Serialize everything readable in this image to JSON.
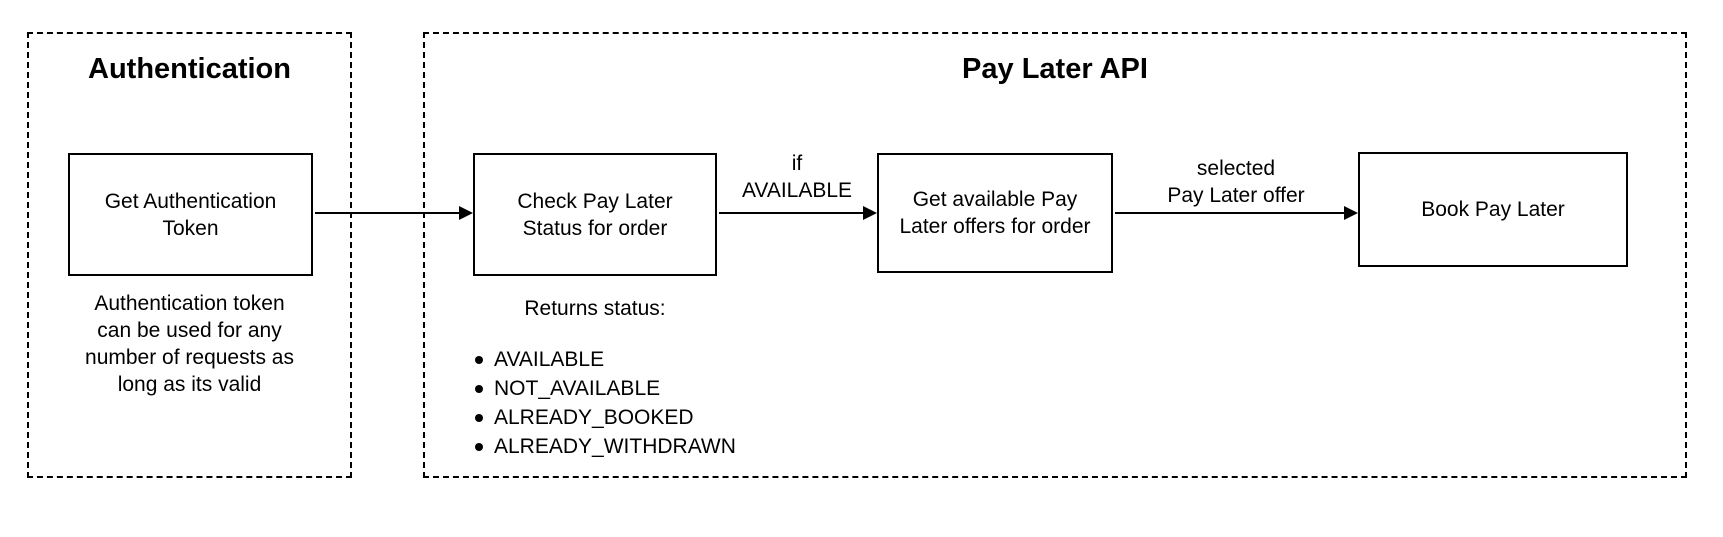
{
  "sections": {
    "authentication": {
      "title": "Authentication",
      "token_box": "Get Authentication\nToken",
      "caption": "Authentication token\ncan be used for any\nnumber of requests as\nlong as its valid"
    },
    "pay_later_api": {
      "title": "Pay Later API",
      "check_box": "Check Pay Later\nStatus for order",
      "offers_box": "Get available Pay\nLater offers for order",
      "book_box": "Book Pay Later",
      "returns_label": "Returns status:",
      "statuses": [
        "AVAILABLE",
        "NOT_AVAILABLE",
        "ALREADY_BOOKED",
        "ALREADY_WITHDRAWN"
      ]
    }
  },
  "arrows": {
    "check_to_offers_label": "if\nAVAILABLE",
    "offers_to_book_label": "selected\nPay Later offer"
  },
  "colors": {
    "line": "#000000",
    "background": "#ffffff"
  }
}
